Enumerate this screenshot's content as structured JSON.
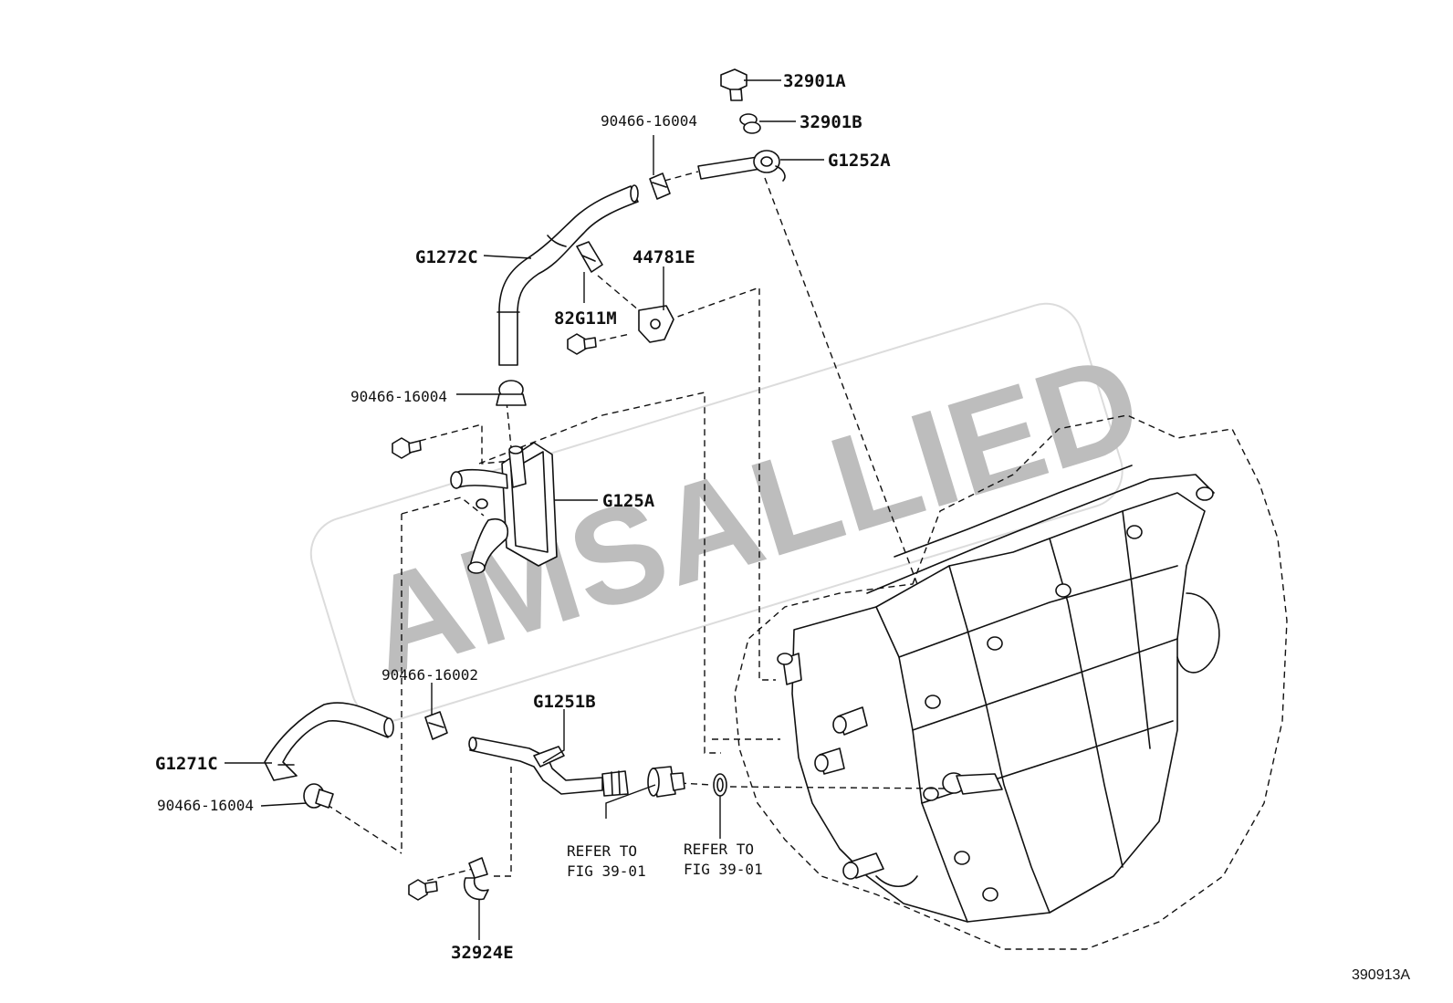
{
  "figure_number": "390913A",
  "watermark": "AMSALLIED",
  "labels": {
    "p32901A": "32901A",
    "p32901B": "32901B",
    "pG1252A": "G1252A",
    "p90466_16004_top": "90466-16004",
    "pG1272C": "G1272C",
    "p44781E": "44781E",
    "p82G11M": "82G11M",
    "p90466_16004_mid": "90466-16004",
    "pG125A": "G125A",
    "p90466_16002": "90466-16002",
    "pG1251B": "G1251B",
    "pG1271C": "G1271C",
    "p90466_16004_low": "90466-16004",
    "p32924E": "32924E"
  },
  "references": {
    "left": {
      "line1": "REFER TO",
      "line2": "FIG 39-01"
    },
    "right": {
      "line1": "REFER TO",
      "line2": "FIG 39-01"
    }
  }
}
